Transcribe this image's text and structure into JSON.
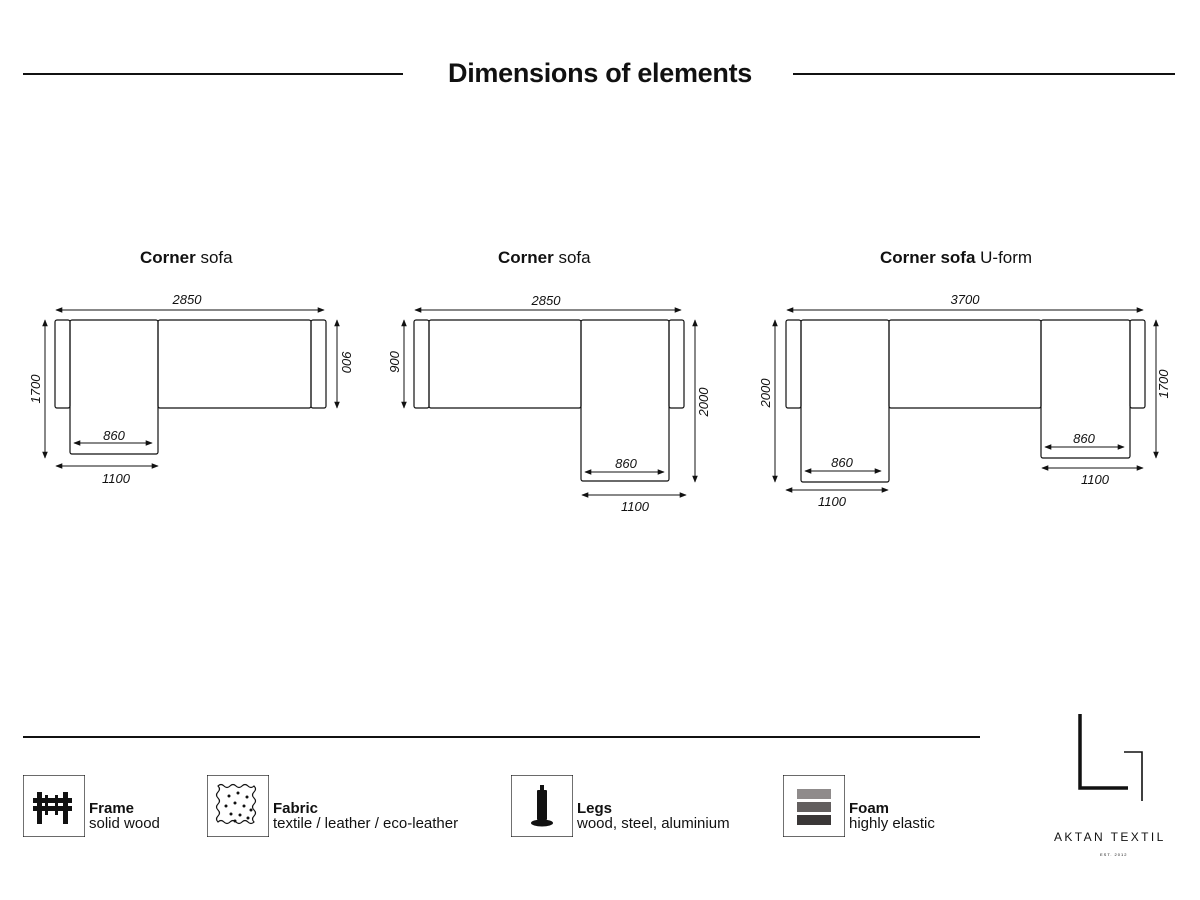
{
  "title": "Dimensions of elements",
  "sofas": [
    {
      "name_bold": "Corner",
      "name_regular": " sofa",
      "dims": {
        "width": "2850",
        "depth": "1700",
        "back_depth": "900",
        "seat_width": "860",
        "chaise_width": "1100"
      }
    },
    {
      "name_bold": "Corner",
      "name_regular": " sofa",
      "dims": {
        "width": "2850",
        "back_depth": "900",
        "depth": "2000",
        "seat_width": "860",
        "chaise_width": "1100"
      }
    },
    {
      "name_bold": "Corner sofa",
      "name_regular": " U-form",
      "dims": {
        "width": "3700",
        "left_depth": "2000",
        "right_depth": "1700",
        "left_seat": "860",
        "left_chaise": "1100",
        "right_seat": "860",
        "right_chaise": "1100"
      }
    }
  ],
  "materials": [
    {
      "title": "Frame",
      "desc": "solid wood",
      "icon": "frame-icon"
    },
    {
      "title": "Fabric",
      "desc": "textile / leather / eco-leather",
      "icon": "fabric-icon"
    },
    {
      "title": "Legs",
      "desc": "wood, steel, aluminium",
      "icon": "leg-icon"
    },
    {
      "title": "Foam",
      "desc": "highly elastic",
      "icon": "foam-icon",
      "colors": [
        "#8f8b8b",
        "#635f5f",
        "#3a3737"
      ]
    }
  ],
  "brand": {
    "name": "AKTAN TEXTIL",
    "sub": "EST. 2012",
    "logo": "l-logo-icon"
  },
  "colors": {
    "ink": "#111111",
    "background": "#ffffff"
  }
}
